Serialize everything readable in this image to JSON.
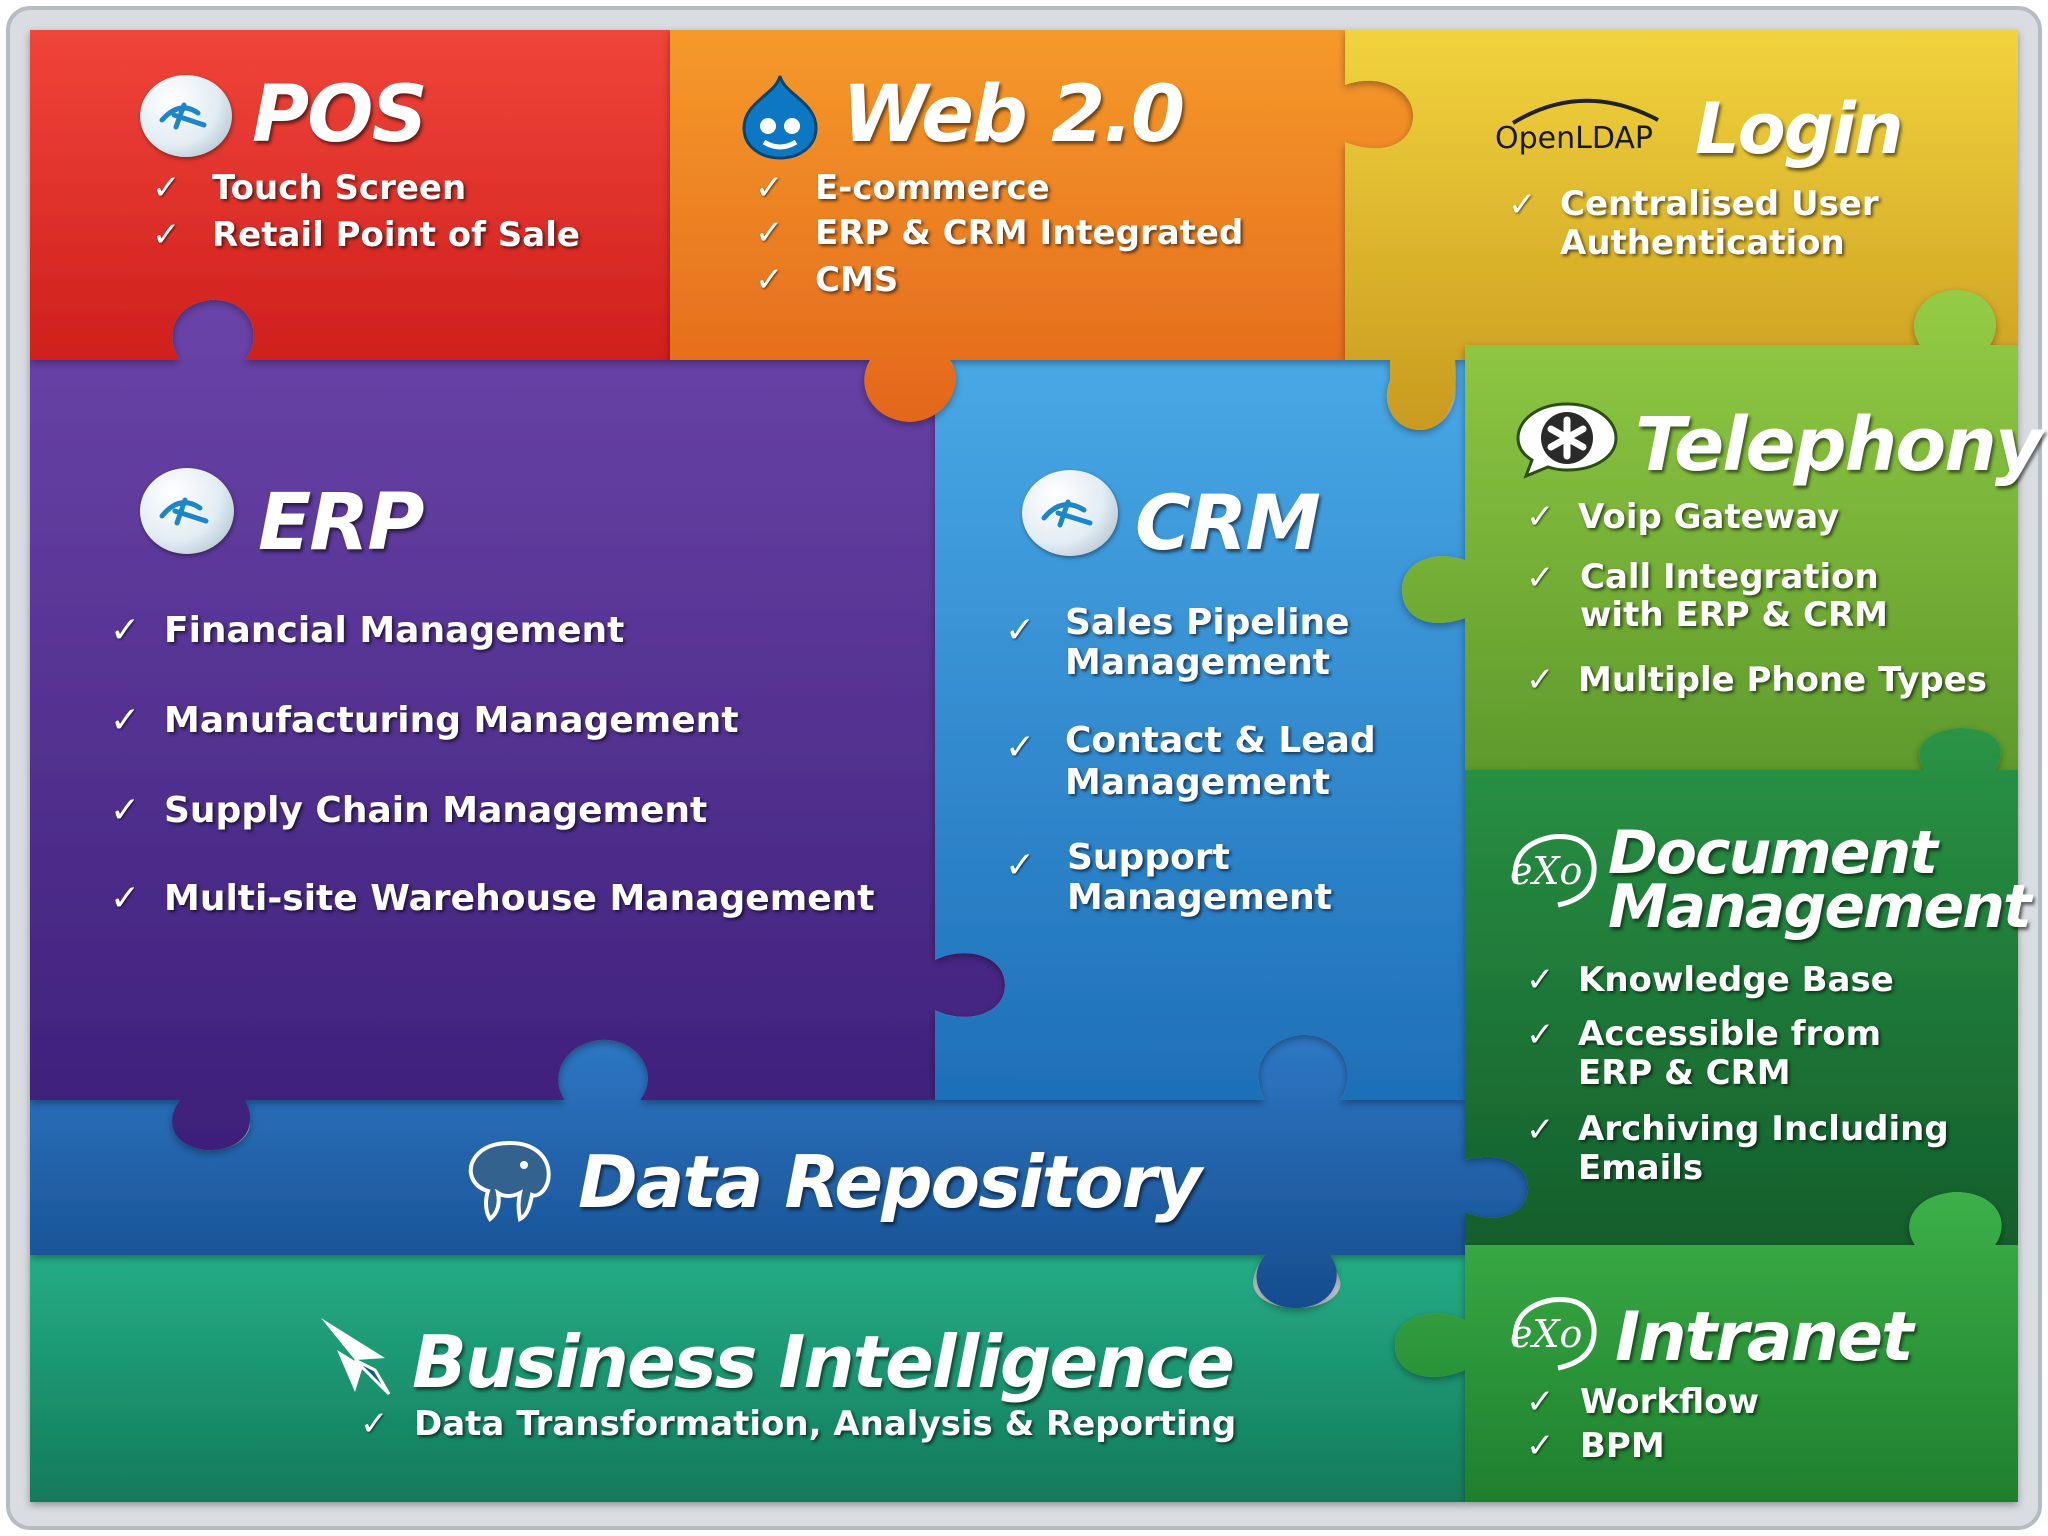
{
  "pos": {
    "title": "POS",
    "items": [
      "Touch Screen",
      "Retail Point of Sale"
    ]
  },
  "web": {
    "title": "Web 2.0",
    "items": [
      "E-commerce",
      "ERP & CRM Integrated",
      "CMS"
    ]
  },
  "login": {
    "logo_text": "OpenLDAP",
    "title": "Login",
    "items": [
      [
        "Centralised User",
        "Authentication"
      ]
    ]
  },
  "erp": {
    "title": "ERP",
    "items": [
      "Financial Management",
      "Manufacturing Management",
      "Supply Chain Management",
      "Multi-site Warehouse Management"
    ]
  },
  "crm": {
    "title": "CRM",
    "items": [
      [
        "Sales Pipeline",
        "Management"
      ],
      [
        "Contact & Lead",
        "Management"
      ],
      [
        "Support",
        "Management"
      ]
    ]
  },
  "telephony": {
    "title": "Telephony",
    "items": [
      [
        "Voip Gateway"
      ],
      [
        "Call Integration",
        "with ERP & CRM"
      ],
      [
        "Multiple Phone Types"
      ]
    ]
  },
  "docs": {
    "logo_text": "eXo",
    "title_line1": "Document",
    "title_line2": "Management",
    "items": [
      [
        "Knowledge Base"
      ],
      [
        "Accessible from",
        "ERP & CRM"
      ],
      [
        "Archiving Including",
        "Emails"
      ]
    ]
  },
  "data": {
    "title": "Data Repository"
  },
  "bi": {
    "title": "Business Intelligence",
    "items": [
      "Data Transformation, Analysis & Reporting"
    ]
  },
  "intranet": {
    "logo_text": "eXo",
    "title": "Intranet",
    "items": [
      "Workflow",
      "BPM"
    ]
  },
  "check_mark": "✓",
  "icons": [
    "openbravo-icon",
    "drupal-icon",
    "openldap-icon",
    "asterisk-icon",
    "exo-icon",
    "postgresql-elephant-icon",
    "pentaho-icon"
  ],
  "colors": {
    "pos": "#e32b25",
    "web": "#ee7a1f",
    "login": "#e4b926",
    "erp": "#5a3596",
    "crm": "#2f8bd0",
    "telephony": "#7db93a",
    "docs": "#1d7f3e",
    "data": "#1f5fa8",
    "bi": "#1a9a72",
    "intranet": "#2a9c3b"
  }
}
